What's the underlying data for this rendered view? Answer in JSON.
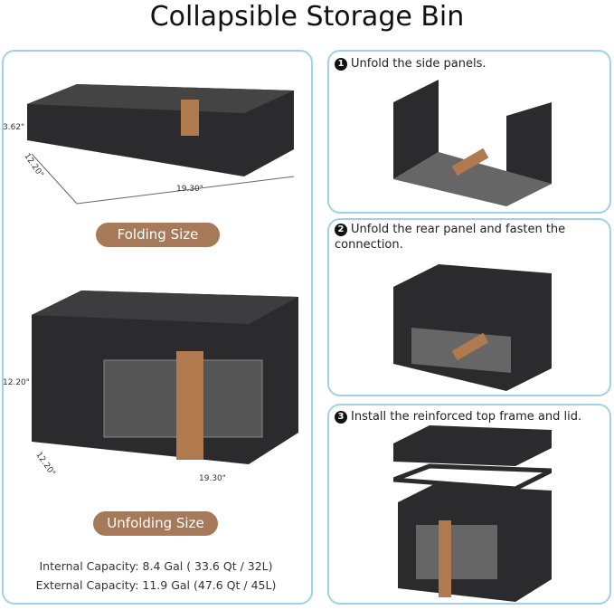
{
  "title": "Collapsible Storage Bin",
  "left": {
    "folding": {
      "label": "Folding Size",
      "height": "3.62\"",
      "depth": "12.20\"",
      "width": "19.30\""
    },
    "unfolding": {
      "label": "Unfolding Size",
      "height": "12.20\"",
      "depth": "12.20\"",
      "width": "19.30\""
    },
    "internal_capacity": "Internal Capacity: 8.4 Gal ( 33.6 Qt / 32L)",
    "external_capacity": "External Capacity: 11.9 Gal (47.6 Qt / 45L)"
  },
  "steps": [
    {
      "num": "1",
      "text": "Unfold the side panels."
    },
    {
      "num": "2",
      "text": "Unfold the rear panel and fasten the connection."
    },
    {
      "num": "3",
      "text": "Install the reinforced top frame and lid."
    }
  ],
  "colors": {
    "border": "#9fd2e6",
    "pill": "#a67a58",
    "bin": "#2b2b2d",
    "strap": "#b07a4e"
  }
}
